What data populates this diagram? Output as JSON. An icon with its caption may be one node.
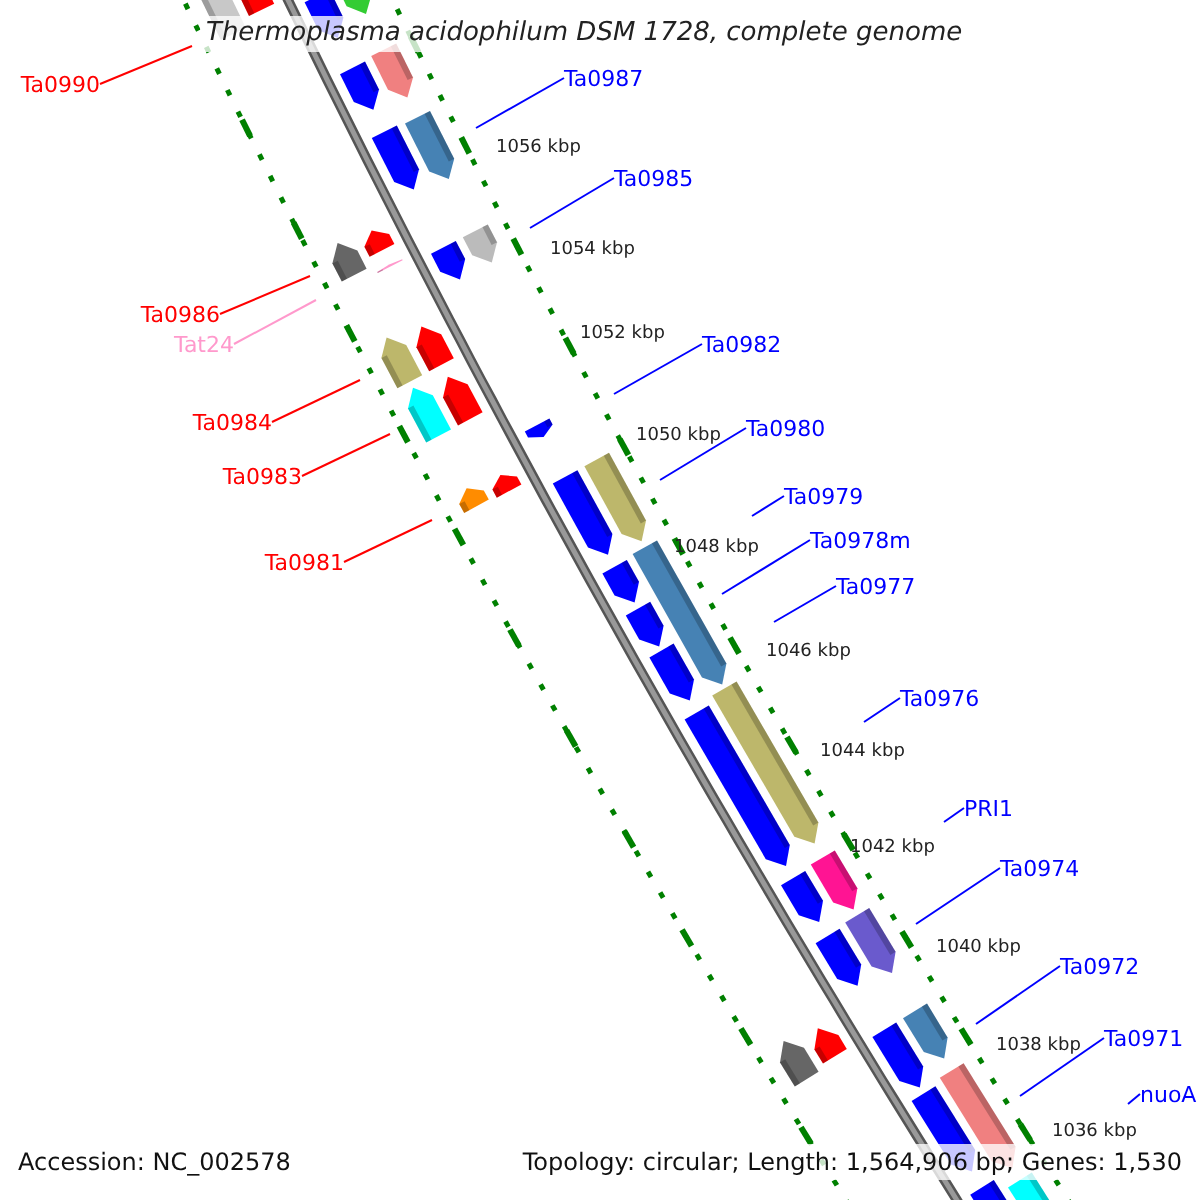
{
  "diagram": {
    "title": "Thermoplasma acidophilum DSM 1728, complete genome",
    "nodes": [
      {
        "text": [
          "Ta0987"
        ]
      },
      {
        "text": [
          "Ta0990"
        ]
      },
      {
        "text": [
          "Ta0985"
        ]
      },
      {
        "text": [
          "Ta0986"
        ]
      },
      {
        "text": [
          "Tat24"
        ]
      },
      {
        "text": [
          "Ta0982"
        ]
      },
      {
        "text": [
          "Ta0984"
        ]
      },
      {
        "text": [
          "Ta0980"
        ]
      },
      {
        "text": [
          "Ta0983"
        ]
      },
      {
        "text": [
          "Ta0979"
        ]
      },
      {
        "text": [
          "Ta0978m"
        ]
      },
      {
        "text": [
          "Ta0981"
        ]
      },
      {
        "text": [
          "Ta0977"
        ]
      },
      {
        "text": [
          "Ta0976"
        ]
      },
      {
        "text": [
          "PRI1"
        ]
      },
      {
        "text": [
          "Ta0974"
        ]
      },
      {
        "text": [
          "Ta0972"
        ]
      },
      {
        "text": [
          "Ta0971"
        ]
      },
      {
        "text": [
          "nuoA"
        ]
      }
    ],
    "edges": [
      {
        "from": 0,
        "to": null,
        "arrow": "none"
      },
      {
        "from": 1,
        "to": null,
        "arrow": "none",
        "color": "#ff0000"
      },
      {
        "from": 2,
        "to": null,
        "arrow": "none"
      },
      {
        "from": 3,
        "to": null,
        "arrow": "none",
        "color": "#ff0000"
      },
      {
        "from": 4,
        "to": null,
        "arrow": "none",
        "color": "#ff99cc"
      },
      {
        "from": 5,
        "to": null,
        "arrow": "none"
      },
      {
        "from": 6,
        "to": null,
        "arrow": "none",
        "color": "#ff0000"
      },
      {
        "from": 7,
        "to": null,
        "arrow": "none"
      },
      {
        "from": 8,
        "to": null,
        "arrow": "none",
        "color": "#ff0000"
      },
      {
        "from": 9,
        "to": null,
        "arrow": "none"
      },
      {
        "from": 10,
        "to": null,
        "arrow": "none"
      },
      {
        "from": 11,
        "to": null,
        "arrow": "none",
        "color": "#ff0000"
      },
      {
        "from": 12,
        "to": null,
        "arrow": "none"
      },
      {
        "from": 13,
        "to": null,
        "arrow": "none"
      },
      {
        "from": 14,
        "to": null,
        "arrow": "none"
      },
      {
        "from": 15,
        "to": null,
        "arrow": "none"
      },
      {
        "from": 16,
        "to": null,
        "arrow": "none"
      },
      {
        "from": 17,
        "to": null,
        "arrow": "none"
      },
      {
        "from": 18,
        "to": null,
        "arrow": "none"
      }
    ],
    "labels": [
      "1056 kbp",
      "1054 kbp",
      "1052 kbp",
      "1050 kbp",
      "1048 kbp",
      "1046 kbp",
      "1044 kbp",
      "1042 kbp",
      "1040 kbp",
      "1038 kbp",
      "1036 kbp",
      "Accession: NC_002578",
      "Topology: circular; Length: 1,564,906 bp; Genes: 1,530"
    ]
  }
}
